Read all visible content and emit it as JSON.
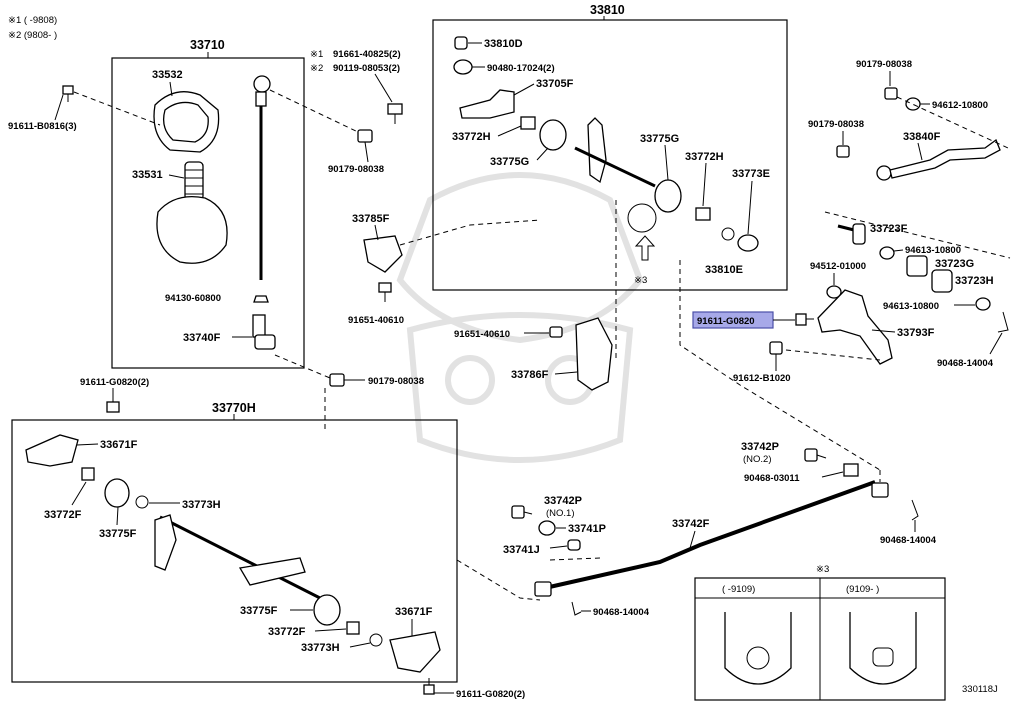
{
  "notes": {
    "n1": "※1  (      -9808)",
    "n2": "※2  (9808-      )"
  },
  "assemblies": {
    "a33710": "33710",
    "a33810": "33810",
    "a33770h": "33770H"
  },
  "parts": {
    "p33532": "33532",
    "p33531": "33531",
    "p94130": "94130-60800",
    "p33740f": "33740F",
    "p91611b": "91611-B0816(3)",
    "p91661": "91661-40825(2)",
    "p90119": "90119-08053(2)",
    "p90179a": "90179-08038",
    "p33785f": "33785F",
    "p91651a": "91651-40610",
    "p91651b": "91651-40610",
    "p33786f": "33786F",
    "p90179b": "90179-08038",
    "p91611g2": "91611-G0820(2)",
    "p33810d": "33810D",
    "p90480": "90480-17024(2)",
    "p33705f": "33705F",
    "p33772h_a": "33772H",
    "p33775g_a": "33775G",
    "p33775g_b": "33775G",
    "p33772h_b": "33772H",
    "p33773e": "33773E",
    "p33810e": "33810E",
    "note3": "※3",
    "p90179c": "90179-08038",
    "p94612": "94612-10800",
    "p90179d": "90179-08038",
    "p33840f": "33840F",
    "p33723f": "33723F",
    "p94613a": "94613-10800",
    "p94512": "94512-01000",
    "p33723g": "33723G",
    "p33723h": "33723H",
    "p94613b": "94613-10800",
    "p91611g": "91611-G0820",
    "p33793f": "33793F",
    "p91612": "91612-B1020",
    "p90468a": "90468-14004",
    "p33671f_a": "33671F",
    "p33772f_a": "33772F",
    "p33775f_a": "33775F",
    "p33773h_a": "33773H",
    "p33775f_b": "33775F",
    "p33772f_b": "33772F",
    "p33773h_b": "33773H",
    "p33671f_b": "33671F",
    "p91611g3": "91611-G0820(2)",
    "p33742p1": "33742P",
    "p33742p1n": "(NO.1)",
    "p33741p": "33741P",
    "p33741j": "33741J",
    "p33742f": "33742F",
    "p90468b": "90468-14004",
    "p33742p2": "33742P",
    "p33742p2n": "(NO.2)",
    "p90468c": "90468-03011",
    "p90468d": "90468-14004",
    "x1": "※1",
    "x2": "※2"
  },
  "inset": {
    "mark": "※3",
    "left": "(      -9109)",
    "right": "(9109-      )"
  },
  "figure_id": "330118J",
  "colors": {
    "highlight": "#a7a9e8",
    "line": "#000000"
  }
}
